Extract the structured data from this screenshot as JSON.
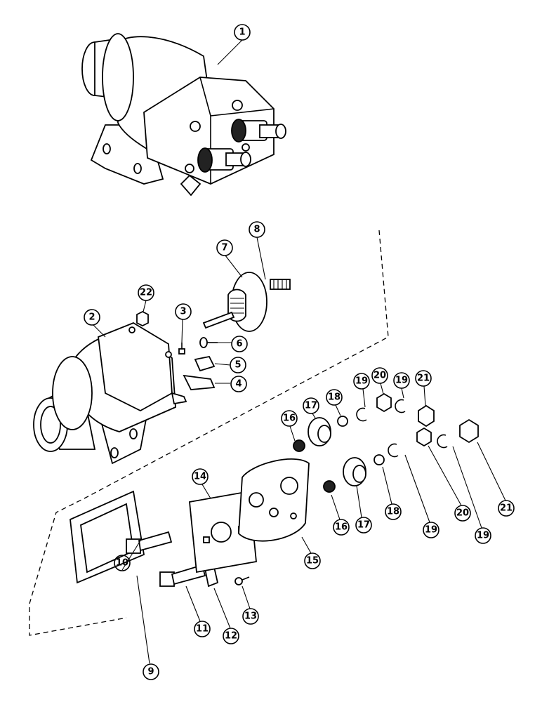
{
  "callouts": [
    "1",
    "2",
    "3",
    "4",
    "5",
    "6",
    "7",
    "8",
    "9",
    "10",
    "11",
    "12",
    "13",
    "14",
    "15",
    "16",
    "16",
    "17",
    "17",
    "18",
    "18",
    "19",
    "19",
    "19",
    "19",
    "20",
    "20",
    "21",
    "21",
    "22"
  ]
}
